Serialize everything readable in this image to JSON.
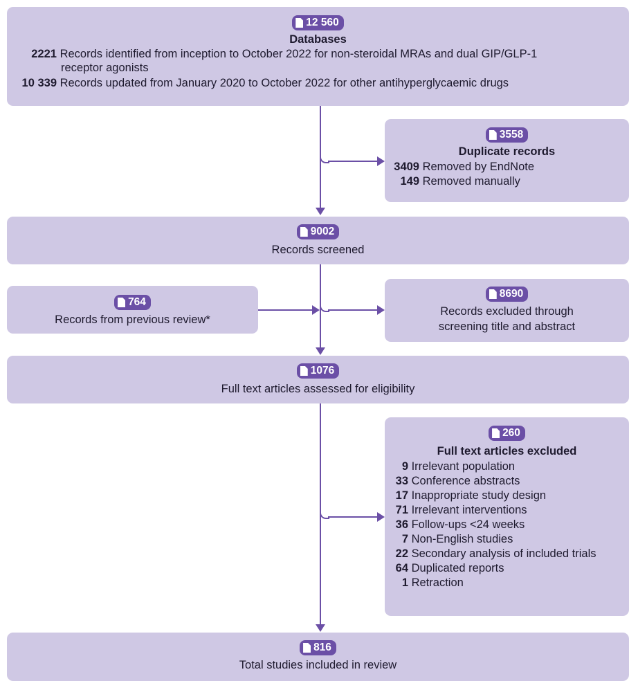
{
  "databases": {
    "count": "12 560",
    "title": "Databases",
    "rows": [
      {
        "num": "2221",
        "text": "Records identified from inception to October 2022 for non-steroidal MRAs and dual GIP/GLP-1",
        "cont": "receptor agonists"
      },
      {
        "num": "10 339",
        "text": "Records updated from January 2020 to October 2022 for other antihyperglycaemic drugs"
      }
    ]
  },
  "duplicates": {
    "count": "3558",
    "title": "Duplicate records",
    "rows": [
      {
        "num": "3409",
        "text": "Removed by EndNote"
      },
      {
        "num": "149",
        "text": "Removed  manually"
      }
    ]
  },
  "screened": {
    "count": "9002",
    "text": "Records screened"
  },
  "previous": {
    "count": "764",
    "text": "Records from previous review*"
  },
  "excluded_screening": {
    "count": "8690",
    "line1": "Records excluded through",
    "line2": "screening title and abstract"
  },
  "fulltext": {
    "count": "1076",
    "text": "Full text articles assessed for eligibility"
  },
  "fulltext_excluded": {
    "count": "260",
    "title": "Full text articles excluded",
    "rows": [
      {
        "num": "9",
        "text": "Irrelevant population"
      },
      {
        "num": "33",
        "text": "Conference abstracts"
      },
      {
        "num": "17",
        "text": "Inappropriate study design"
      },
      {
        "num": "71",
        "text": "Irrelevant interventions"
      },
      {
        "num": "36",
        "text": "Follow-ups <24 weeks"
      },
      {
        "num": "7",
        "text": "Non-English studies"
      },
      {
        "num": "22",
        "text": "Secondary analysis of included trials"
      },
      {
        "num": "64",
        "text": "Duplicated reports"
      },
      {
        "num": "1",
        "text": "Retraction"
      }
    ]
  },
  "included": {
    "count": "816",
    "text": "Total studies included in review"
  },
  "colors": {
    "box": "#cfc8e4",
    "accent": "#6b4fa6"
  },
  "icons": {
    "badge": "document-icon"
  }
}
